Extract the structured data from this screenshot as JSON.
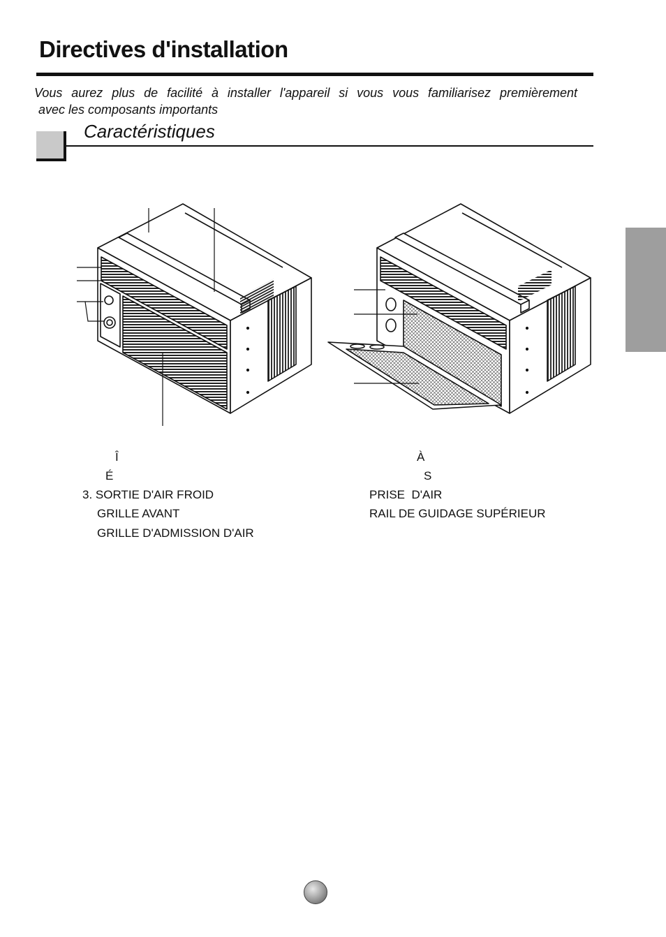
{
  "header": {
    "title": "Directives d'installation"
  },
  "intro": {
    "line1": "Vous aurez plus de facilité à installer l'appareil si vous vous familiarisez premièrement",
    "line2": "avec les composants importants"
  },
  "section": {
    "title": "Caractéristiques"
  },
  "labels": {
    "left": [
      "Î",
      "É",
      "3. SORTIE D'AIR FROID",
      "GRILLE AVANT",
      "GRILLE D'ADMISSION D'AIR"
    ],
    "right": [
      "À",
      "S",
      "PRISE  D'AIR",
      "RAIL DE GUIDAGE SUPÉRIEUR"
    ]
  },
  "colors": {
    "section_box": "#c9c9c9",
    "side_tab": "#9e9e9e",
    "ink": "#111111"
  }
}
